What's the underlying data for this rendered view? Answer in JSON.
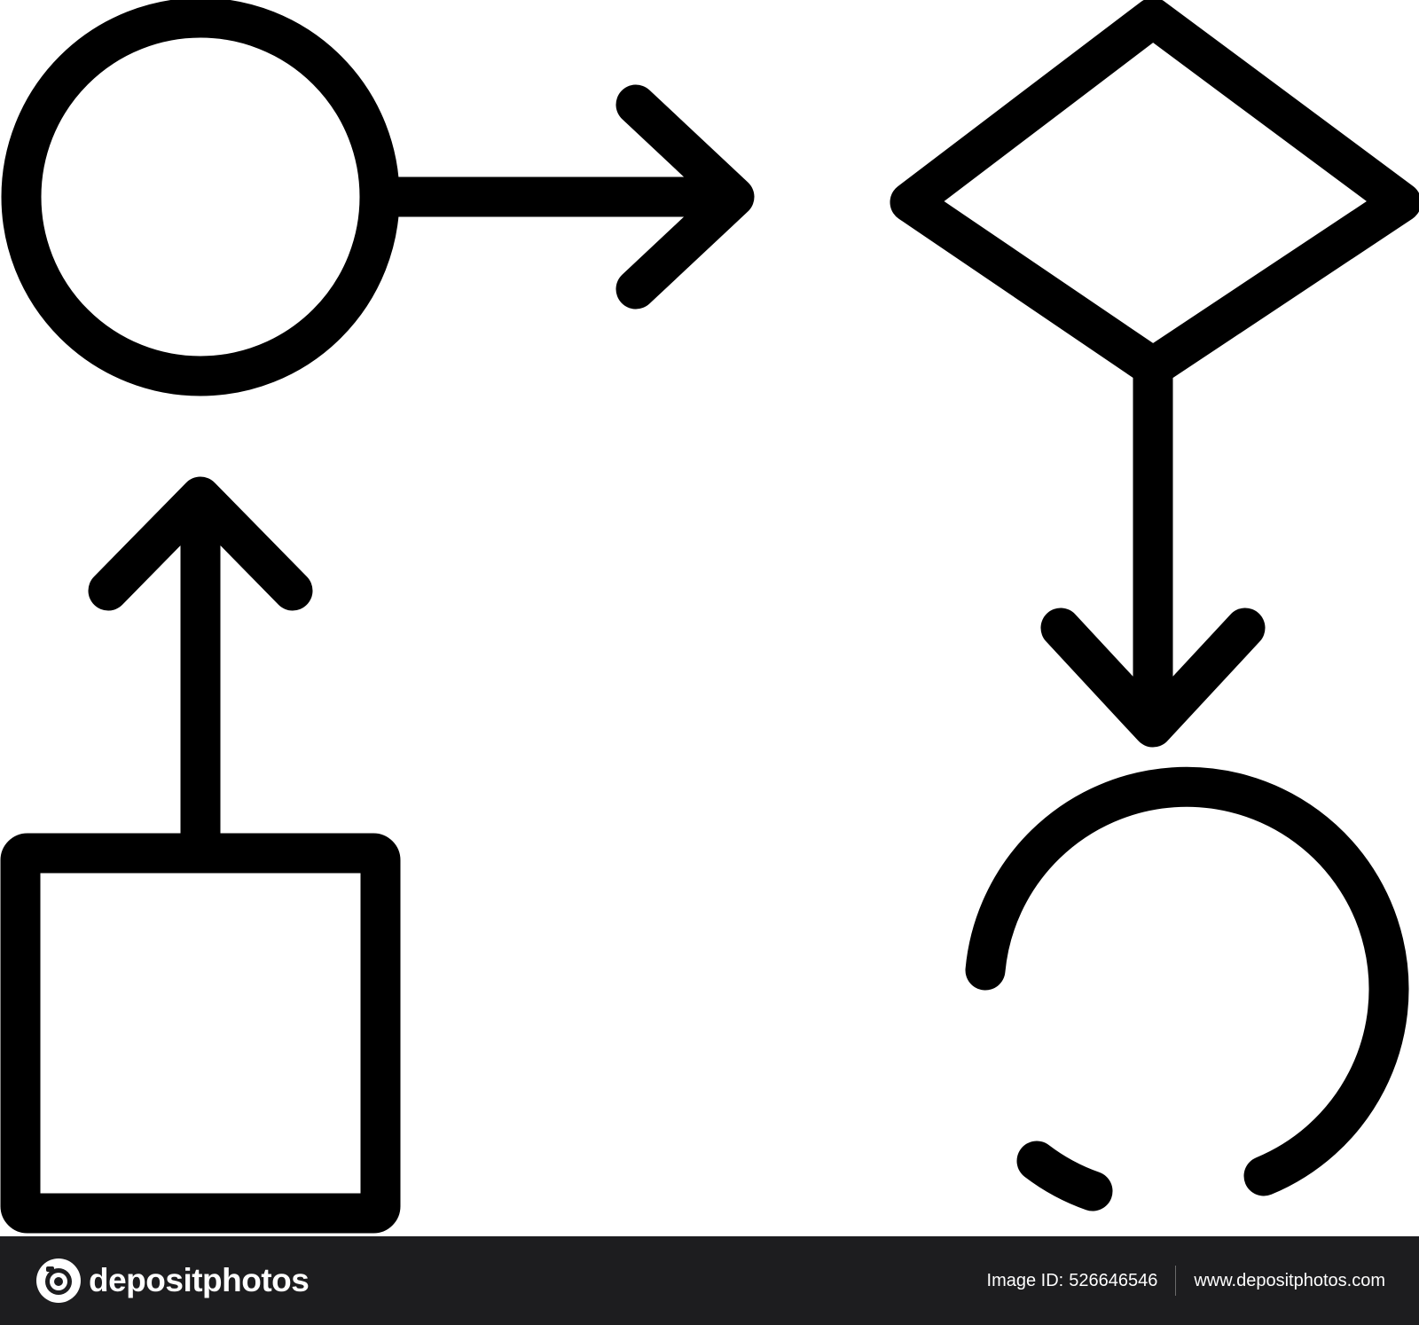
{
  "diagram": {
    "nodes": [
      {
        "shape": "circle",
        "role": "start"
      },
      {
        "shape": "diamond",
        "role": "decision"
      },
      {
        "shape": "broken-circle",
        "role": "loop"
      },
      {
        "shape": "square",
        "role": "process"
      }
    ],
    "edges": [
      {
        "from": "circle",
        "to": "diamond",
        "direction": "right"
      },
      {
        "from": "diamond",
        "to": "broken-circle",
        "direction": "down"
      },
      {
        "from": "square",
        "to": "circle",
        "direction": "up"
      }
    ],
    "stroke_color": "#000000",
    "background_color": "#ffffff"
  },
  "watermark": {
    "brand_text": "depositphotos",
    "image_id_label": "Image ID:",
    "image_id": "526646546",
    "site_url": "www.depositphotos.com",
    "bar_color": "#1d1d1f",
    "text_color": "#ffffff"
  }
}
